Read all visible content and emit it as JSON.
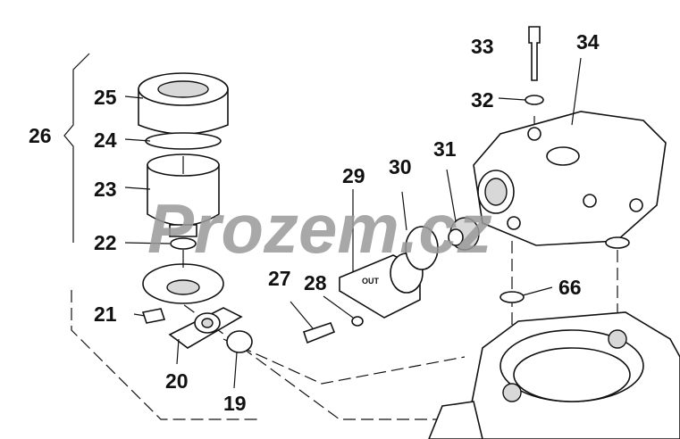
{
  "watermark": "Prozem.cz",
  "part_29_marking": "OUT",
  "labels": {
    "p19": "19",
    "p20": "20",
    "p21": "21",
    "p22": "22",
    "p23": "23",
    "p24": "24",
    "p25": "25",
    "p26": "26",
    "p27": "27",
    "p28": "28",
    "p29": "29",
    "p30": "30",
    "p31": "31",
    "p32": "32",
    "p33": "33",
    "p34": "34",
    "p66": "66"
  }
}
